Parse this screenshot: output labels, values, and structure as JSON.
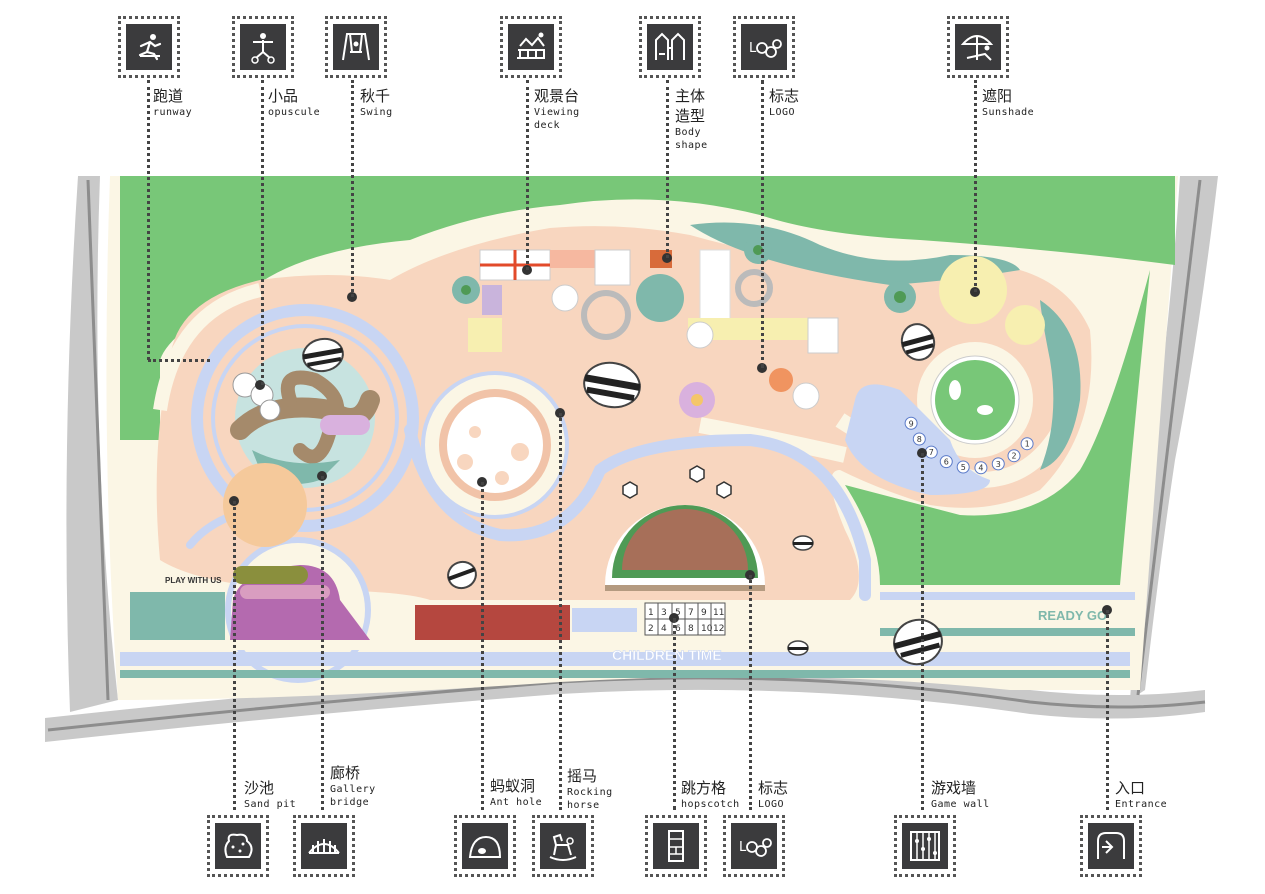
{
  "colors": {
    "lawn": "#78c778",
    "path": "#fbf6e5",
    "play_area": "#f8d6bf",
    "track": "#c8d5f3",
    "teal": "#7fb8ab",
    "road": "#c4c4c4",
    "icon_bg": "#3b3b3d"
  },
  "plan_text": {
    "play_with_us": "PLAY WITH US",
    "ready_go": "READY GO",
    "children_time": "CHILDREN TIME"
  },
  "hopscotch_numbers": [
    "1",
    "3",
    "5",
    "7",
    "9",
    "11",
    "2",
    "4",
    "6",
    "8",
    "10",
    "12"
  ],
  "game_wall_numbers": [
    "9",
    "8",
    "7",
    "6",
    "5",
    "4",
    "3",
    "2",
    "1"
  ],
  "callouts_top": [
    {
      "id": "runway",
      "zh": "跑道",
      "en": "runway",
      "icon": "runner-icon"
    },
    {
      "id": "opuscule",
      "zh": "小品",
      "en": "opuscule",
      "icon": "sculpture-icon"
    },
    {
      "id": "swing",
      "zh": "秋千",
      "en": "Swing",
      "icon": "swing-icon"
    },
    {
      "id": "viewing-deck",
      "zh": "观景台",
      "en1": "Viewing",
      "en2": "deck",
      "icon": "viewing-deck-icon"
    },
    {
      "id": "body-shape",
      "zh1": "主体",
      "zh2": "造型",
      "en1": "Body",
      "en2": "shape",
      "icon": "playground-icon"
    },
    {
      "id": "logo-top",
      "zh": "标志",
      "en": "LOGO",
      "icon": "logo-icon"
    },
    {
      "id": "sunshade",
      "zh": "遮阳",
      "en": "Sunshade",
      "icon": "umbrella-icon"
    }
  ],
  "callouts_bottom": [
    {
      "id": "sand-pit",
      "zh": "沙池",
      "en": "Sand pit",
      "icon": "sand-pit-icon"
    },
    {
      "id": "gallery-bridge",
      "zh": "廊桥",
      "en1": "Gallery",
      "en2": "bridge",
      "icon": "bridge-icon"
    },
    {
      "id": "ant-hole",
      "zh": "蚂蚁洞",
      "en": "Ant hole",
      "icon": "ant-hole-icon"
    },
    {
      "id": "rocking-horse",
      "zh": "摇马",
      "en1": "Rocking",
      "en2": "horse",
      "icon": "rocking-horse-icon"
    },
    {
      "id": "hopscotch",
      "zh": "跳方格",
      "en": "hopscotch",
      "icon": "hopscotch-icon"
    },
    {
      "id": "logo-bottom",
      "zh": "标志",
      "en": "LOGO",
      "icon": "logo-icon"
    },
    {
      "id": "game-wall",
      "zh": "游戏墙",
      "en": "Game wall",
      "icon": "game-wall-icon"
    },
    {
      "id": "entrance",
      "zh": "入口",
      "en": "Entrance",
      "icon": "entrance-icon"
    }
  ]
}
